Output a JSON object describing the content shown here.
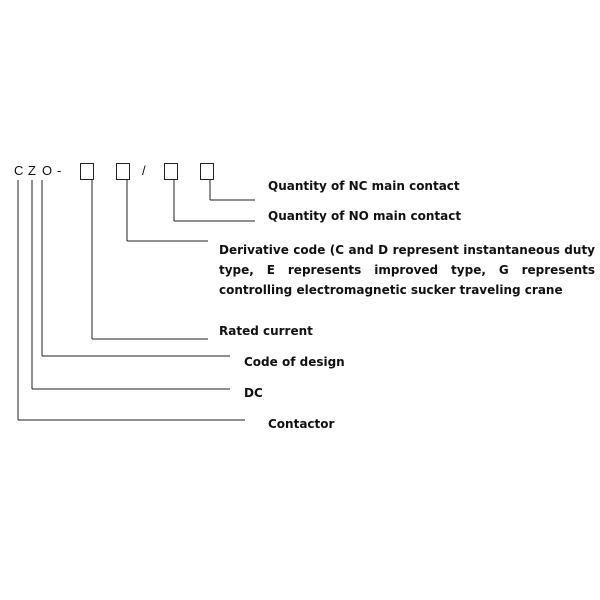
{
  "code": {
    "letters": [
      "C",
      "Z",
      "O",
      "-"
    ],
    "separator": "/"
  },
  "labels": {
    "nc_contact": "Quantity of NC main contact",
    "no_contact": "Quantity of NO main contact",
    "derivative_line1": "Derivative code (C and D represent instantaneous duty",
    "derivative_line2": "type, E represents improved type, G represents",
    "derivative_line3": "controlling electromagnetic sucker traveling crane",
    "rated_current": "Rated current",
    "design_code": "Code of design",
    "dc": "DC",
    "contactor": "Contactor"
  }
}
